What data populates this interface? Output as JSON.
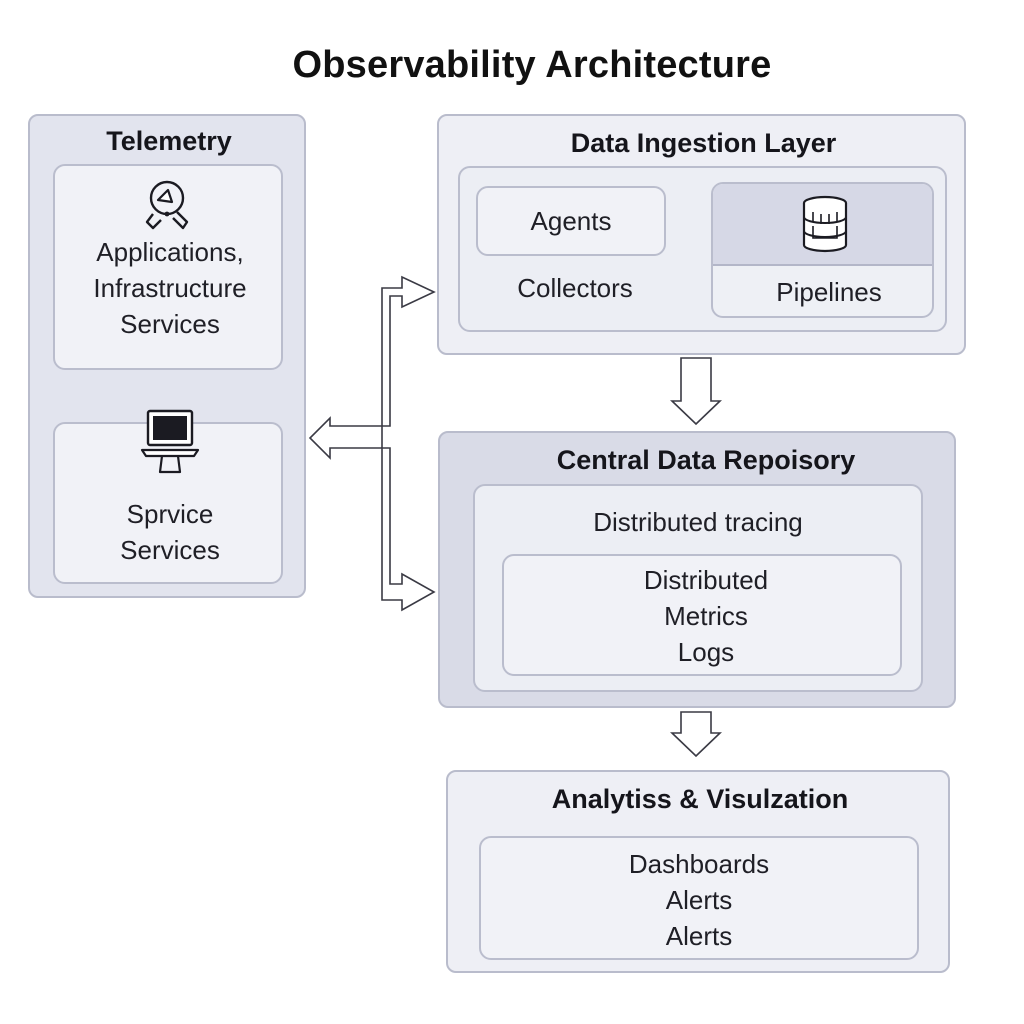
{
  "title": "Observability Architecture",
  "telemetry": {
    "heading": "Telemetry",
    "top_card": {
      "icon": "telemetry-sensor-icon",
      "lines": [
        "Applications,",
        "Infrastructure",
        "Services"
      ]
    },
    "bottom_card": {
      "icon": "computer-terminal-icon",
      "lines": [
        "Sprvice",
        "Services"
      ]
    }
  },
  "ingestion": {
    "heading": "Data Ingestion Layer",
    "agents": "Agents",
    "collectors": "Collectors",
    "pipelines": {
      "icon": "database-icon",
      "label": "Pipelines"
    }
  },
  "repository": {
    "heading": "Central Data Repoisory",
    "tracing": "Distributed tracing",
    "lines": [
      "Distributed",
      "Metrics",
      "Logs"
    ]
  },
  "analytics": {
    "heading": "Analytiss & Visulzation",
    "lines": [
      "Dashboards",
      "Alerts",
      "Alerts"
    ]
  }
}
